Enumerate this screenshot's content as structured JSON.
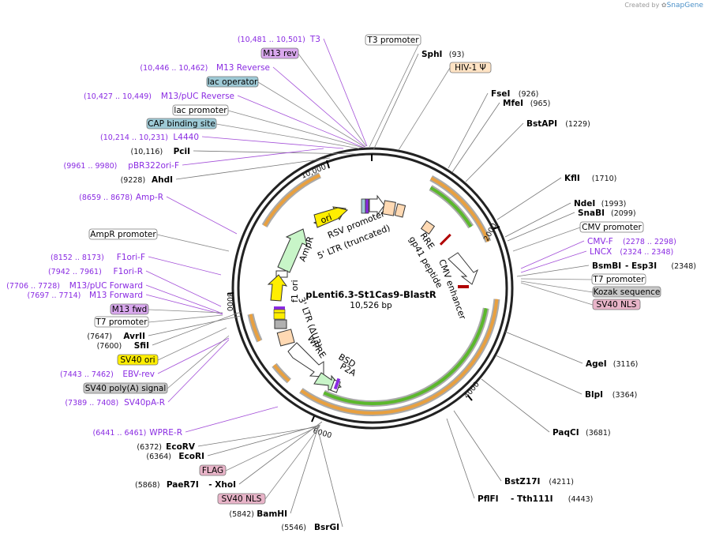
{
  "brand": {
    "created_by": "Created by",
    "app": "SnapGene"
  },
  "plasmid": {
    "name": "pLenti6.3-St1Cas9-BlastR",
    "length": "10,526 bp"
  },
  "colors": {
    "primer": "#8a2be2",
    "orf": "#5bb82c",
    "promoter": "#ffffff",
    "ori": "#ffee00",
    "ltr": "#ffd9b3",
    "signal": "#b0b0b0",
    "nls": "#e8b4c8",
    "misc": "#9ecad6",
    "psi": "#ffd9b3"
  },
  "ruler": [
    "2000",
    "4000",
    "6000",
    "8000",
    "10,000"
  ],
  "enzymes_right": [
    {
      "name": "SphI",
      "pos": "(93)"
    },
    {
      "name": "FseI",
      "pos": "(926)"
    },
    {
      "name": "MfeI",
      "pos": "(965)"
    },
    {
      "name": "BstAPI",
      "pos": "(1229)"
    },
    {
      "name": "KflI",
      "pos": "(1710)"
    },
    {
      "name": "NdeI",
      "pos": "(1993)"
    },
    {
      "name": "SnaBI",
      "pos": "(2099)"
    },
    {
      "name": "BsmBI",
      "name2": "Esp3I",
      "pos": "(2348)"
    },
    {
      "name": "AgeI",
      "pos": "(3116)"
    },
    {
      "name": "BlpI",
      "pos": "(3364)"
    },
    {
      "name": "PaqCI",
      "pos": "(3681)"
    },
    {
      "name": "BstZ17I",
      "pos": "(4211)"
    },
    {
      "name": "PflFI",
      "name2": "Tth111I",
      "pos": "(4443)"
    }
  ],
  "enzymes_left": [
    {
      "name": "PciI",
      "pos": "(10,116)"
    },
    {
      "name": "AhdI",
      "pos": "(9228)"
    },
    {
      "name": "AvrII",
      "pos": "(7647)"
    },
    {
      "name": "SfiI",
      "pos": "(7600)"
    },
    {
      "name": "EcoRV",
      "pos": "(6372)"
    },
    {
      "name": "EcoRI",
      "pos": "(6364)"
    },
    {
      "name": "PaeR7I",
      "name2": "XhoI",
      "pos": "(5868)"
    },
    {
      "name": "BamHI",
      "pos": "(5842)"
    },
    {
      "name": "BsrGI",
      "pos": "(5546)"
    }
  ],
  "primers_left": [
    {
      "name": "T3",
      "pos": "(10,481 .. 10,501)"
    },
    {
      "name": "M13 Reverse",
      "pos": "(10,446 .. 10,462)"
    },
    {
      "name": "M13/pUC Reverse",
      "pos": "(10,427 .. 10,449)"
    },
    {
      "name": "L4440",
      "pos": "(10,214 .. 10,231)"
    },
    {
      "name": "pBR322ori-F",
      "pos": "(9961 .. 9980)"
    },
    {
      "name": "Amp-R",
      "pos": "(8659 .. 8678)"
    },
    {
      "name": "F1ori-F",
      "pos": "(8152 .. 8173)"
    },
    {
      "name": "F1ori-R",
      "pos": "(7942 .. 7961)"
    },
    {
      "name": "M13/pUC Forward",
      "pos": "(7706 .. 7728)"
    },
    {
      "name": "M13 Forward",
      "pos": "(7697 .. 7714)"
    },
    {
      "name": "EBV-rev",
      "pos": "(7443 .. 7462)"
    },
    {
      "name": "SV40pA-R",
      "pos": "(7389 .. 7408)"
    },
    {
      "name": "WPRE-R",
      "pos": "(6441 .. 6461)"
    }
  ],
  "primers_right": [
    {
      "name": "CMV-F",
      "pos": "(2278 .. 2298)"
    },
    {
      "name": "LNCX",
      "pos": "(2324 .. 2348)"
    }
  ],
  "boxes": [
    {
      "label": "T3 promoter"
    },
    {
      "label": "HIV-1 Ψ"
    },
    {
      "label": "M13 rev"
    },
    {
      "label": "lac operator"
    },
    {
      "label": "lac promoter"
    },
    {
      "label": "CAP binding site"
    },
    {
      "label": "AmpR promoter"
    },
    {
      "label": "M13 fwd"
    },
    {
      "label": "T7 promoter"
    },
    {
      "label": "SV40 ori"
    },
    {
      "label": "SV40 poly(A) signal"
    },
    {
      "label": "CMV promoter"
    },
    {
      "label": "T7 promoter"
    },
    {
      "label": "Kozak sequence"
    },
    {
      "label": "SV40 NLS"
    },
    {
      "label": "FLAG"
    },
    {
      "label": "SV40 NLS"
    }
  ],
  "features": {
    "ori": "ori",
    "rsv": "RSV promoter",
    "ltr5": "5' LTR (truncated)",
    "ampr": "AmpR",
    "f1": "f1 ori",
    "rre": "RRE",
    "gp41": "gp41 peptide",
    "cmv": "CMV enhancer",
    "ltr3": "3' LTR (ΔU3)",
    "wpre": "WPRE",
    "bsd": "BSD",
    "p2a": "P2A"
  }
}
